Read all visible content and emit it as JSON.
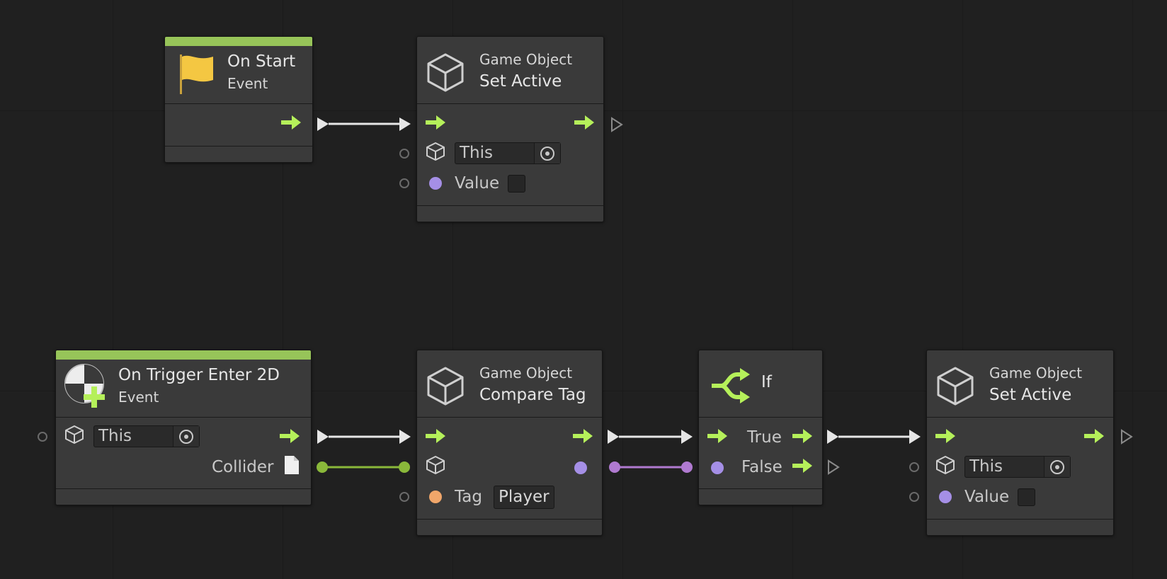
{
  "colors": {
    "background": "#202020",
    "node": "#3a3a3a",
    "event_strip": "#97c459",
    "control_arrow": "#b5f05a",
    "bool_port": "#a58fe6",
    "string_port": "#f0a66a",
    "collider_wire": "#8ab83a",
    "bool_wire": "#b07ad0",
    "control_wire": "#e6e6e6"
  },
  "nodes": {
    "on_start": {
      "title": "On Start",
      "subtitle": "Event",
      "icon": "flag-icon"
    },
    "set_active_1": {
      "category": "Game Object",
      "title": "Set Active",
      "icon": "cube-icon",
      "target_value": "This",
      "value_label": "Value",
      "value_checked": false
    },
    "on_trigger": {
      "title": "On Trigger Enter 2D",
      "subtitle": "Event",
      "icon": "trigger-icon",
      "target_value": "This",
      "collider_label": "Collider"
    },
    "compare_tag": {
      "category": "Game Object",
      "title": "Compare Tag",
      "icon": "cube-icon",
      "tag_label": "Tag",
      "tag_value": "Player"
    },
    "if_node": {
      "title": "If",
      "icon": "branch-icon",
      "true_label": "True",
      "false_label": "False"
    },
    "set_active_2": {
      "category": "Game Object",
      "title": "Set Active",
      "icon": "cube-icon",
      "target_value": "This",
      "value_label": "Value",
      "value_checked": false
    }
  }
}
